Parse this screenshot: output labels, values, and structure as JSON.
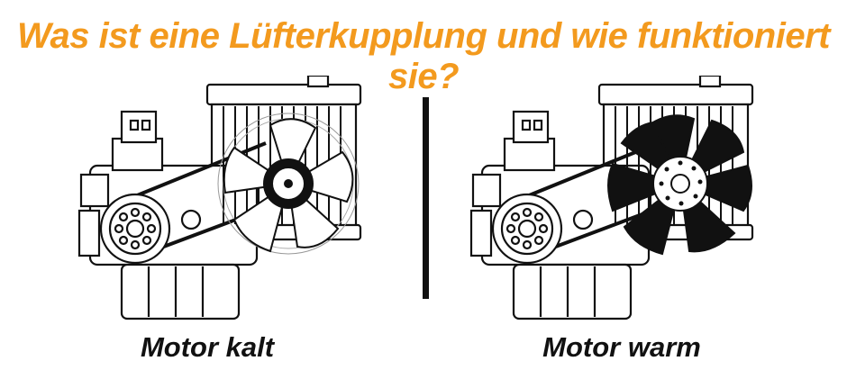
{
  "title": "Was ist eine Lüfterkupplung und wie funktioniert sie?",
  "title_color": "#f39a1e",
  "panels": [
    {
      "caption": "Motor kalt",
      "fan_state": "idle",
      "fan_fill": "#ffffff"
    },
    {
      "caption": "Motor warm",
      "fan_state": "engaged",
      "fan_fill": "#111111"
    }
  ],
  "icons": [
    "engine-illustration",
    "radiator-illustration",
    "fan-illustration",
    "pulley-illustration",
    "belt-illustration"
  ]
}
